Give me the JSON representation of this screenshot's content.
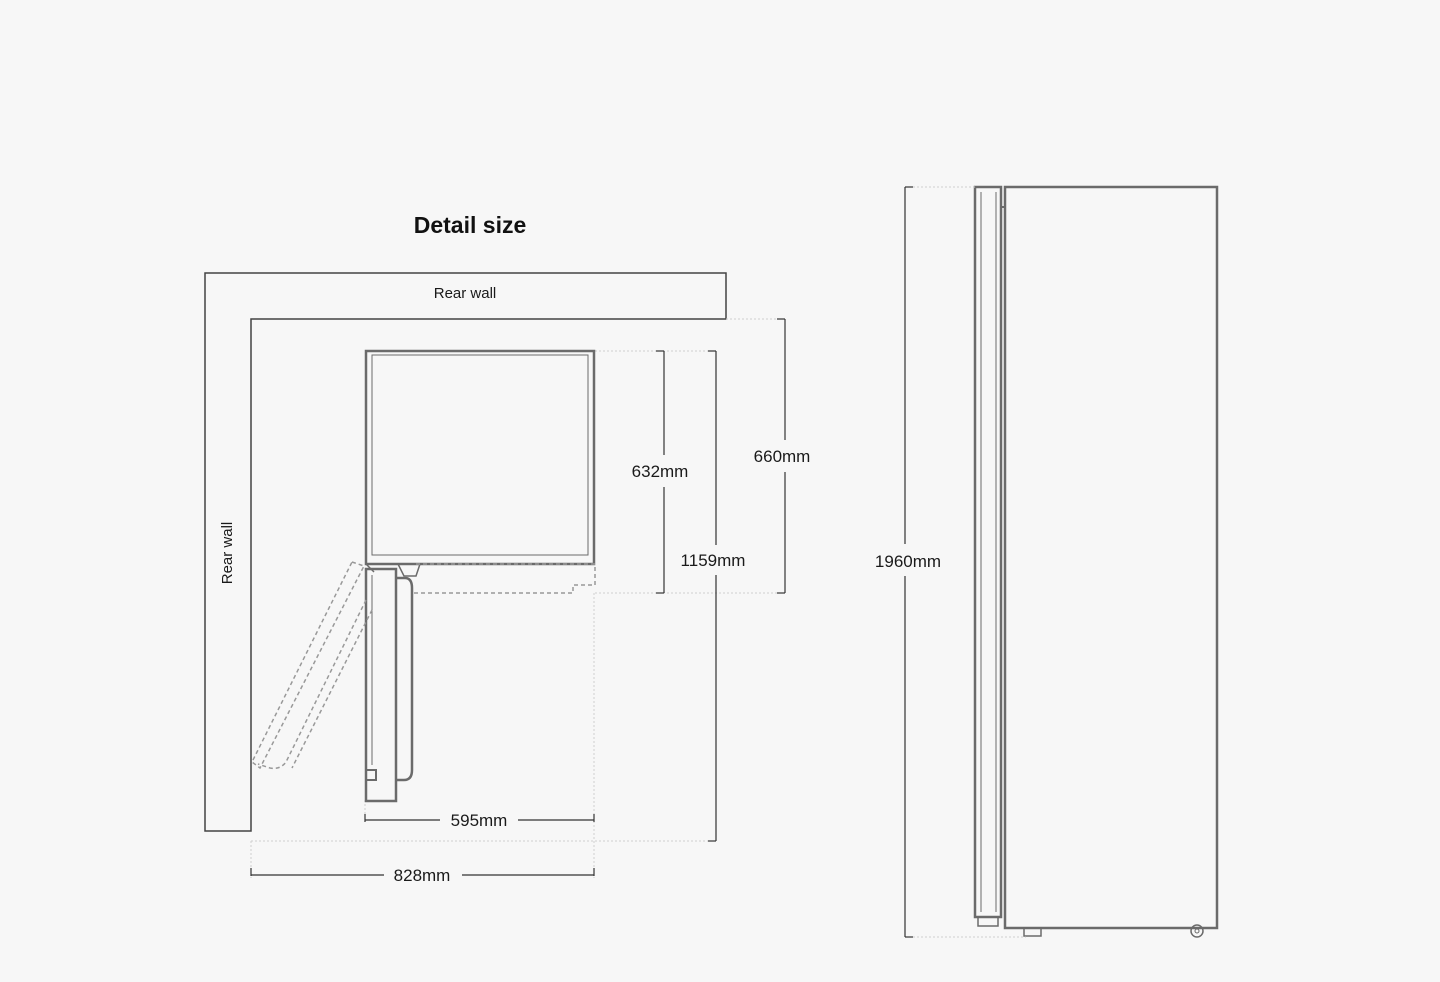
{
  "title": "Detail size",
  "top_view": {
    "rear_wall_top": "Rear wall",
    "rear_wall_side": "Rear wall",
    "depth_body": "632mm",
    "depth_total": "660mm",
    "depth_door_open": "1159mm",
    "width_body": "595mm",
    "width_door_open": "828mm"
  },
  "side_view": {
    "height": "1960mm"
  },
  "colors": {
    "background": "#f7f7f7",
    "outline": "#6b6b6b",
    "wall": "#444444",
    "dimension": "#333333",
    "dashed": "#999999",
    "guide": "#cfcfcf"
  }
}
